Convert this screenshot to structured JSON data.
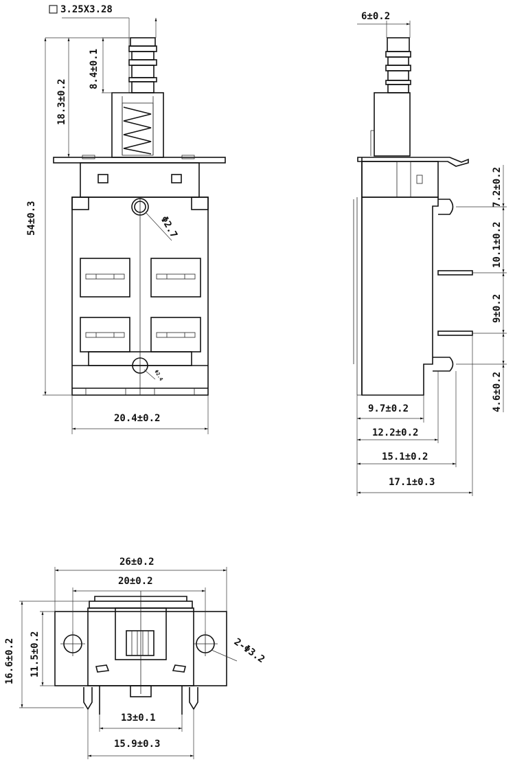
{
  "front_view": {
    "pin_section": "3.25X3.28",
    "plunger_length": "8.4±0.1",
    "upper_height": "18.3±0.2",
    "total_height": "54±0.3",
    "top_hole": "Φ2.7",
    "bottom_hole": "Φ2.4",
    "body_width": "20.4±0.2"
  },
  "side_view": {
    "plunger_width": "6±0.2",
    "pin_offset_1": "7.2±0.2",
    "pin_pitch_1": "10.1±0.2",
    "pin_pitch_2": "9±0.2",
    "pin_offset_4": "4.6±0.2",
    "depth_1": "9.7±0.2",
    "depth_2": "12.2±0.2",
    "depth_3": "15.1±0.2",
    "depth_total": "17.1±0.3"
  },
  "top_view": {
    "flange_width": "26±0.2",
    "hole_spacing": "20±0.2",
    "mount_holes": "2-Φ3.2",
    "flange_height": "11.5±0.2",
    "overall_height": "16.6±0.2",
    "pin_spacing": "13±0.1",
    "pin_outer": "15.9±0.3"
  }
}
